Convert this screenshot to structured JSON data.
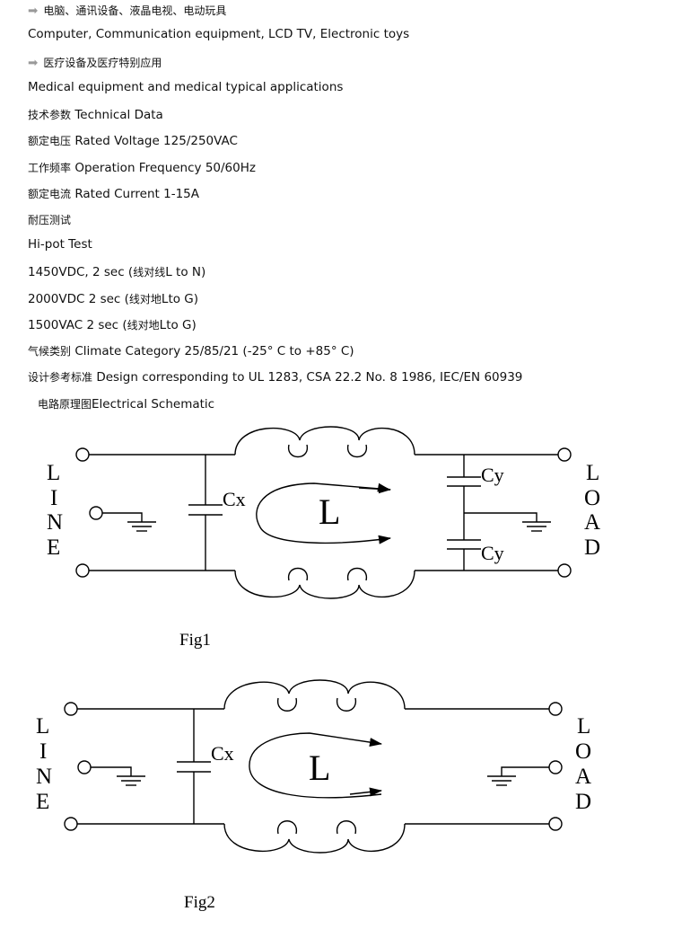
{
  "applications": {
    "item1_cn": "电脑、通讯设备、液晶电视、电动玩具",
    "item1_en": "Computer, Communication equipment, LCD TV, Electronic toys",
    "item2_cn": "医疗设备及医疗特别应用",
    "item2_en": "Medical equipment and medical typical applications"
  },
  "tech": {
    "header_cn": "技术参数",
    "header_en": "Technical Data",
    "voltage_cn": "额定电压",
    "voltage_en": "Rated Voltage 125/250VAC",
    "freq_cn": "工作频率",
    "freq_en": "Operation Frequency 50/60Hz",
    "current_cn": "额定电流",
    "current_en": "Rated Current 1-15A",
    "hipot_cn": "耐压测试",
    "hipot_en": "Hi-pot Test",
    "test1_a": "1450VDC, 2 sec (",
    "test1_cn": "线对线",
    "test1_b": "L to N)",
    "test2_a": "2000VDC 2 sec (",
    "test2_cn": "线对地",
    "test2_b": "Lto G)",
    "test3_a": "1500VAC 2 sec (",
    "test3_cn": "线对地",
    "test3_b": "Lto G)",
    "climate_cn": "气候类别",
    "climate_en": "Climate Category 25/85/21 (-25° C to +85° C)",
    "design_cn": "设计参考标准",
    "design_en": "Design corresponding to UL 1283, CSA 22.2 No. 8 1986, IEC/EN 60939",
    "schematic_cn": "电路原理图",
    "schematic_en": "Electrical Schematic"
  },
  "fig1": {
    "caption": "Fig1",
    "line": [
      "L",
      "I",
      "N",
      "E"
    ],
    "load": [
      "L",
      "O",
      "A",
      "D"
    ],
    "cx": "Cx",
    "cy_top": "Cy",
    "cy_bottom": "Cy",
    "inductor": "L"
  },
  "fig2": {
    "caption": "Fig2",
    "line": [
      "L",
      "I",
      "N",
      "E"
    ],
    "load": [
      "L",
      "O",
      "A",
      "D"
    ],
    "cx": "Cx",
    "inductor": "L"
  }
}
